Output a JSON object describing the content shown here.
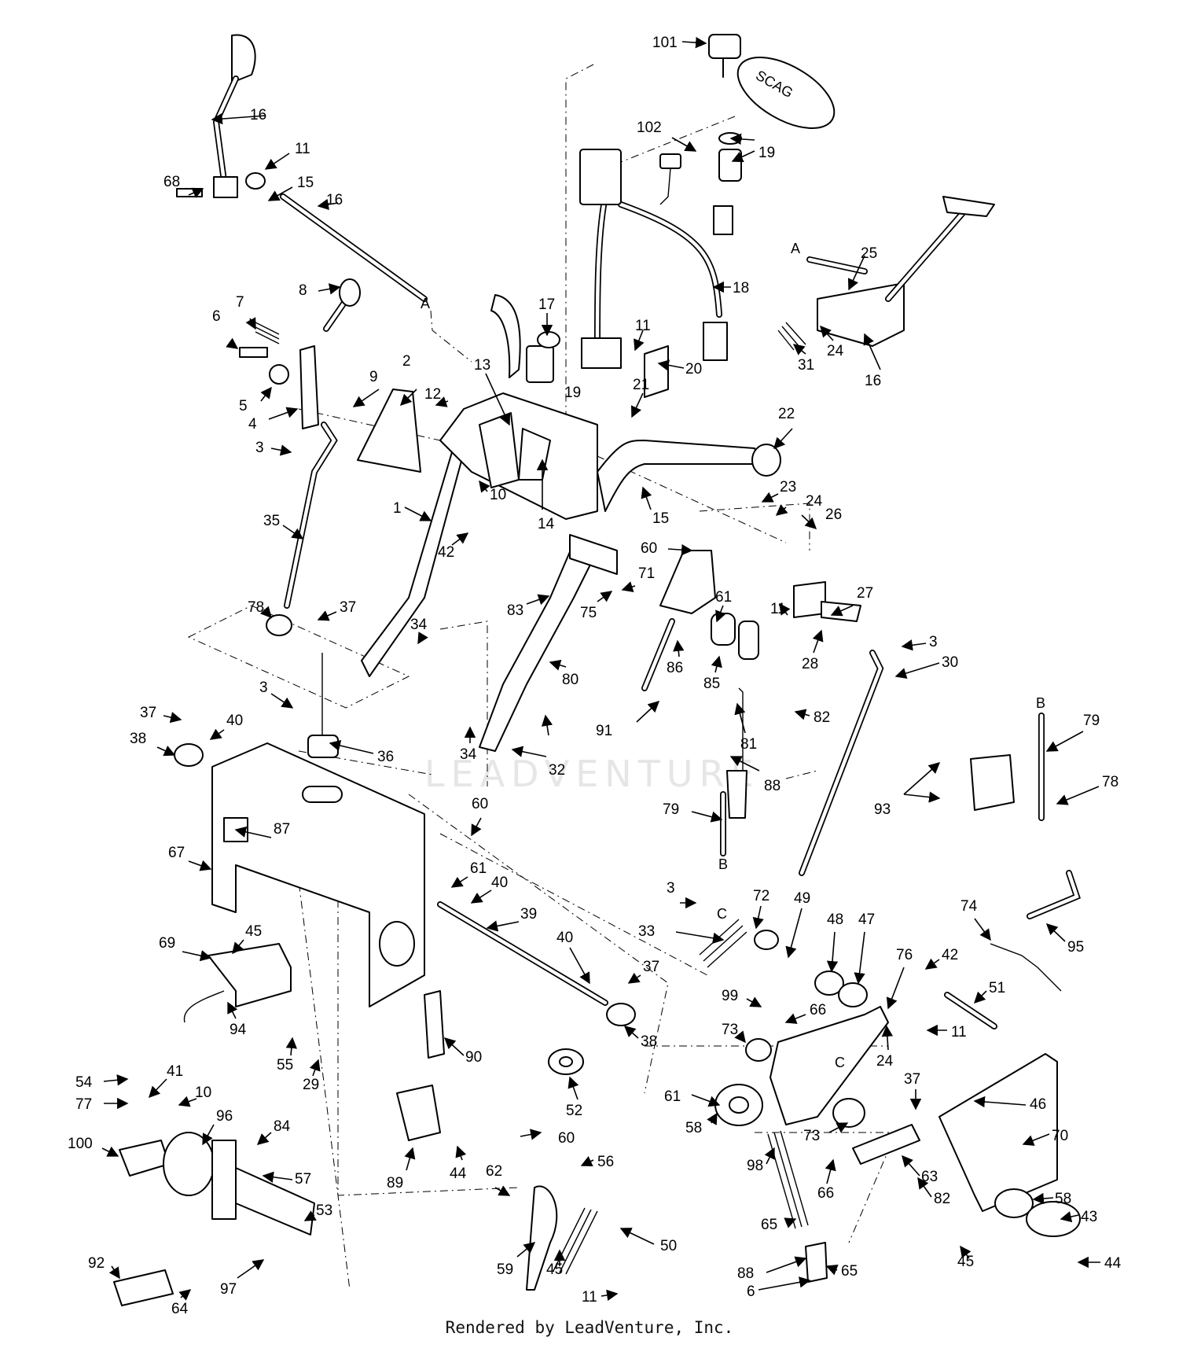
{
  "watermark": "LEADVENTURE",
  "footer": "Rendered by LeadVenture, Inc.",
  "key_fob_text": "SCAG",
  "callouts": {
    "c101": "101",
    "c102": "102",
    "c19a": "19",
    "c19b": "19",
    "c18": "18",
    "c20": "20",
    "c21": "21",
    "c11a": "11",
    "c17": "17",
    "c13": "13",
    "c12": "12",
    "c14": "14",
    "c10a": "10",
    "c42a": "42",
    "c22": "22",
    "c15a": "15",
    "c23": "23",
    "c24a": "24",
    "c26": "26",
    "c25": "25",
    "c31": "31",
    "c24b": "24",
    "c16a": "16",
    "c16b": "16",
    "c16c": "16",
    "c11b": "11",
    "c15b": "15",
    "c68": "68",
    "c8": "8",
    "c7": "7",
    "c6a": "6",
    "c5": "5",
    "c4": "4",
    "c3a": "3",
    "c9": "9",
    "c2": "2",
    "c1": "1",
    "c35": "35",
    "c78a": "78",
    "c37a": "37",
    "c3b": "3",
    "c37b": "37",
    "c40a": "40",
    "c38a": "38",
    "c36": "36",
    "c87": "87",
    "c67": "67",
    "c60a": "60",
    "c61a": "61",
    "c40b": "40",
    "c39": "39",
    "c40c": "40",
    "c37c": "37",
    "c38b": "38",
    "c69": "69",
    "c45a": "45",
    "c94": "94",
    "c55": "55",
    "c29": "29",
    "c90": "90",
    "c52": "52",
    "c54": "54",
    "c77": "77",
    "c41": "41",
    "c10b": "10",
    "c100": "100",
    "c96": "96",
    "c84": "84",
    "c57": "57",
    "c53": "53",
    "c92": "92",
    "c97": "97",
    "c64": "64",
    "c89": "89",
    "c44a": "44",
    "c60b": "60",
    "c56": "56",
    "c62": "62",
    "c59": "59",
    "c45b": "45",
    "c11c": "11",
    "c50": "50",
    "c60c": "60",
    "c83": "83",
    "c71": "71",
    "c75": "75",
    "c61b": "61",
    "c86": "86",
    "c85": "85",
    "c81": "81",
    "c82a": "82",
    "c11d": "11",
    "c27": "27",
    "c28": "28",
    "c3c": "3",
    "c30": "30",
    "c34a": "34",
    "c80": "80",
    "c91": "91",
    "c34b": "34",
    "c32": "32",
    "c88a": "88",
    "c79a": "79",
    "c79b": "79",
    "c78b": "78",
    "c93": "93",
    "c95": "95",
    "c3d": "3",
    "c33": "33",
    "c72": "72",
    "c49": "49",
    "c48": "48",
    "c47": "47",
    "c76": "76",
    "c74": "74",
    "c42b": "42",
    "c51": "51",
    "c99": "99",
    "c66a": "66",
    "c11e": "11",
    "c24c": "24",
    "c73a": "73",
    "c61c": "61",
    "c58a": "58",
    "c73b": "73",
    "c37d": "37",
    "c46": "46",
    "c70": "70",
    "c98": "98",
    "c65a": "65",
    "c66b": "66",
    "c63": "63",
    "c82b": "82",
    "c88b": "88",
    "c6b": "6",
    "c65b": "65",
    "c45c": "45",
    "c58b": "58",
    "c43": "43",
    "c44b": "44"
  },
  "letters": {
    "A1": "A",
    "A2": "A",
    "B1": "B",
    "B2": "B",
    "C1": "C",
    "C2": "C"
  }
}
